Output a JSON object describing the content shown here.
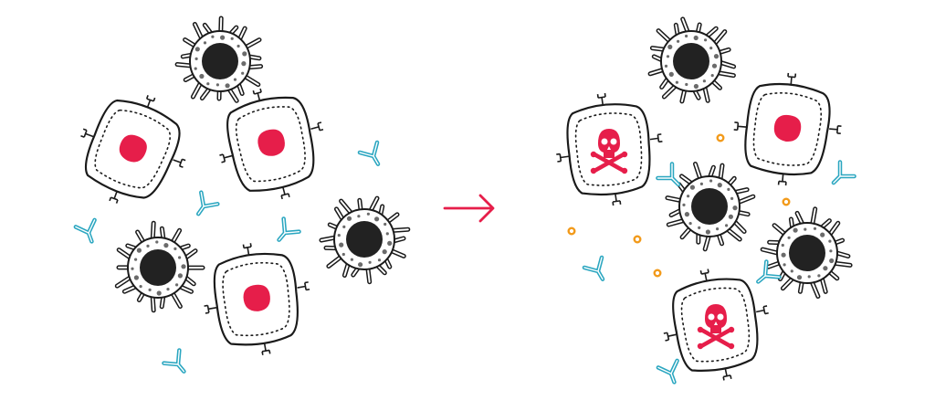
{
  "diagram": {
    "colors": {
      "outline": "#1a1a1a",
      "nucleus_dark": "#222222",
      "granule": "#6b6b6b",
      "target_nucleus": "#e61e4a",
      "skull": "#e61e4a",
      "antibody": "#2aa6c0",
      "cytokine": "#f29a1a",
      "arrow": "#e61e4a"
    },
    "left_panel": {
      "immune_cells": 3,
      "target_cells_alive": 3,
      "antibodies": 5
    },
    "right_panel": {
      "immune_cells": 3,
      "target_cells_alive": 1,
      "target_cells_dead": 2,
      "antibodies": 5,
      "cytokine_particles": 5
    },
    "icons": [
      "immune-cell-icon",
      "target-cell-icon",
      "skull-crossbones-icon",
      "antibody-icon",
      "cytokine-icon",
      "arrow-right-icon"
    ]
  }
}
